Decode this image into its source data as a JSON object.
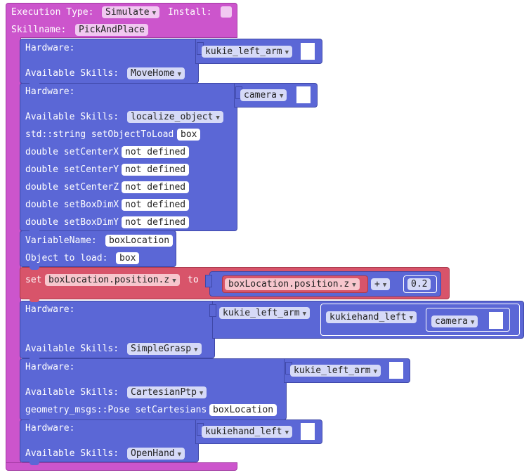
{
  "root": {
    "execution_type_label": "Execution Type:",
    "execution_type_value": "Simulate",
    "install_label": "Install:",
    "skillname_label": "Skillname:",
    "skillname_value": "PickAndPlace"
  },
  "labels": {
    "hardware": "Hardware:",
    "available_skills": "Available Skills:",
    "variable_name": "VariableName:",
    "object_to_load": "Object to load:",
    "set": "set",
    "to": "to"
  },
  "skill1": {
    "hardware": "kukie_left_arm",
    "skill": "MoveHome"
  },
  "skill2": {
    "hardware": "camera",
    "skill": "localize_object",
    "params": [
      {
        "name": "std::string setObjectToLoad",
        "value": "box"
      },
      {
        "name": "double setCenterX",
        "value": "not defined"
      },
      {
        "name": "double setCenterY",
        "value": "not defined"
      },
      {
        "name": "double setCenterZ",
        "value": "not defined"
      },
      {
        "name": "double setBoxDimX",
        "value": "not defined"
      },
      {
        "name": "double setBoxDimY",
        "value": "not defined"
      }
    ]
  },
  "variable": {
    "name": "boxLocation",
    "object": "box"
  },
  "set_block": {
    "variable": "boxLocation.position.z",
    "operand": "boxLocation.position.z",
    "operator": "+",
    "number": "0.2"
  },
  "skill3": {
    "hardware": [
      "kukie_left_arm",
      "kukiehand_left",
      "camera"
    ],
    "skill": "SimpleGrasp"
  },
  "skill4": {
    "hardware": "kukie_left_arm",
    "skill": "CartesianPtp",
    "param_name": "geometry_msgs::Pose setCartesians",
    "param_value": "boxLocation"
  },
  "skill5": {
    "hardware": "kukiehand_left",
    "skill": "OpenHand"
  },
  "colors": {
    "root": "#cc55cc",
    "skill": "#5b67d6",
    "set": "#d8546a"
  }
}
